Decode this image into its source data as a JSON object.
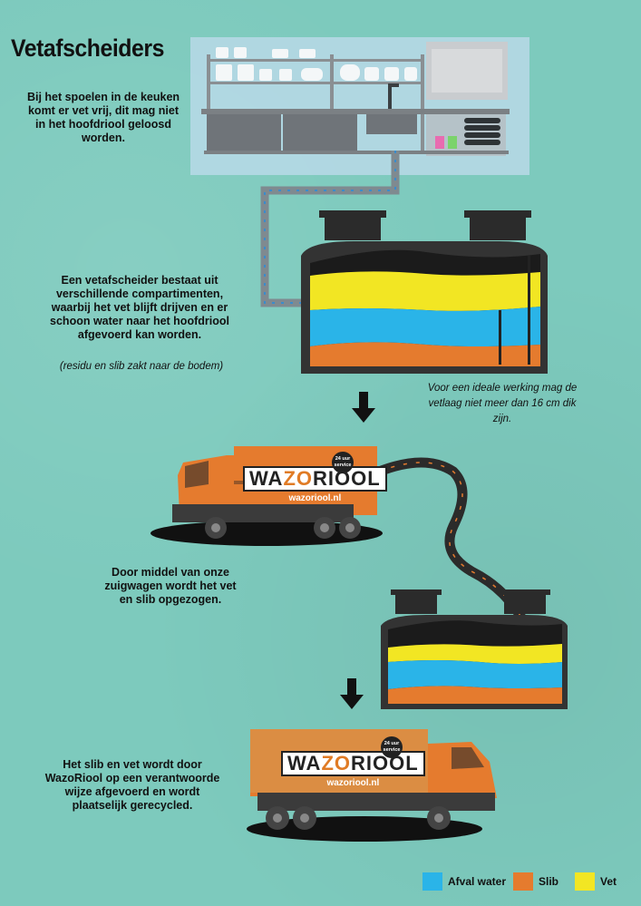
{
  "title": "Vetafscheiders",
  "intro_text": [
    "Bij het spoelen in de keuken",
    "komt er vet vrij, dit mag niet",
    "in het hoofdriool geloosd",
    "worden."
  ],
  "separator_text": [
    "Een vetafscheider bestaat uit",
    "verschillende compartimenten,",
    "waarbij het vet blijft drijven en er",
    "schoon water naar het hoofdriool",
    "afgevoerd kan worden."
  ],
  "separator_note": "(residu en slib zakt naar de bodem)",
  "fat_layer_note": [
    "Voor een ideale werking mag de",
    "vetlaag niet meer dan 16 cm dik",
    "zijn."
  ],
  "truck_text": [
    "Door middel van onze",
    "zuigwagen wordt het vet",
    "en slib opgezogen."
  ],
  "recycle_text": [
    "Het slib en vet wordt door",
    "WazoRiool op een verantwoorde",
    "wijze afgevoerd en wordt",
    "plaatselijk gerecycled."
  ],
  "logo": {
    "part1": "WA",
    "part2": "ZO",
    "part3": "RIOOL",
    "url": "wazoriool.nl",
    "badge_line1": "24 uur",
    "badge_line2": "service"
  },
  "legend": [
    {
      "label": "Afval water",
      "color": "#2ab4e8"
    },
    {
      "label": "Slib",
      "color": "#e57b2e"
    },
    {
      "label": "Vet",
      "color": "#f2e623"
    }
  ],
  "colors": {
    "background": "#7dcabd",
    "water": "#2ab4e8",
    "sludge": "#e57b2e",
    "fat": "#f2e623",
    "tank": "#3a3a3a",
    "truck": "#e57b2e"
  }
}
